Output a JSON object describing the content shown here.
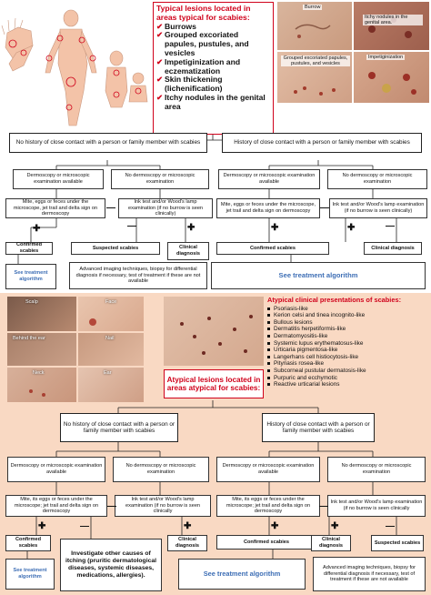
{
  "typical": {
    "title": "Typical lesions located in areas typical for scabies:",
    "items": [
      "Burrows",
      "Grouped excoriated papules, pustules, and vesicles",
      "Impetiginization and eczematization",
      "Skin thickening (lichenification)",
      "Itchy nodules in the genital area"
    ],
    "photo_labels": {
      "burrow": "Burrow",
      "nodules": "Itchy nodules in the genital area.",
      "papules": "Grouped excoriated papules, pustules, and vesicles",
      "impetig": "Impetiginization"
    }
  },
  "flow1": {
    "no_history": "No history of close contact with a person or family member with scabies",
    "history": "History of close contact with a person or family member with scabies",
    "dermo_avail": "Dermoscopy or microscopic examination available",
    "no_dermo": "No dermoscopy or microscopic examination",
    "mite": "Mite, eggs or feces under the microscope, jet trail and delta sign on dermoscopy",
    "ink": "Ink test and/or Wood's lamp examination (if no burrow is seen clinically)",
    "confirmed": "Confirmed scabies",
    "suspected": "Suspected scabies",
    "clinical": "Clinical diagnosis",
    "clinical2": "Clinical diagnosis",
    "advanced": "Advanced imaging techniques, biopsy for differential diagnosis if necessary, test of treatment if these are not available",
    "see1": "See treatment algorithm",
    "see2": "See treatment algorithm"
  },
  "atypical": {
    "photo_labels": {
      "scalp": "Scalp",
      "face": "Face",
      "behind": "Behind the ear",
      "nail": "Nail",
      "neck": "Neck",
      "ear": "Ear"
    },
    "presentations_title": "Atypical clinical presentations of scabies:",
    "presentations": [
      "Psoriasis-like",
      "Kerion celsi and tinea incognito-like",
      "Bullous lesions",
      "Dermatitis herpetiformis-like",
      "Dermatomyositis-like",
      "Systemic lupus erythematosus-like",
      "Urticaria pigmentosa-like",
      "Langerhans cell histiocytosis-like",
      "Pityriasis rosea-like",
      "Subcorneal pustular dermatosis-like",
      "Purpuric and ecchymotic",
      "Reactive urticarial lesions"
    ],
    "lesions_title": "Atypical lesions located in areas atypical for scabies:"
  },
  "flow2": {
    "no_history": "No history of close contact with a person or family member with scabies",
    "history": "History of close contact with a person or family member with scabies",
    "dermo_avail": "Dermoscopy or microscopic examination available",
    "no_dermo": "No dermoscopy or microscopic examination",
    "mite": "Mite, its eggs or feces under the microscope; jet trail and delta sign on dermoscopy",
    "ink": "Ink test and/or Wood's lamp examination (if no burrow is seen clinically",
    "confirmed": "Confirmed scabies",
    "clinical": "Clinical diagnosis",
    "investigate": "Investigate other causes of itching (pruritic dermatological diseases, systemic diseases, medications, allergies).",
    "advanced": "Advanced imaging techniques, biopsy for differential diagnosis if necessary, test of treatment if these are not available",
    "suspected": "Suspected scabies",
    "see1": "See treatment algorithm",
    "see2": "See treatment algorithm"
  },
  "colors": {
    "accent_red": "#d0021b",
    "link_blue": "#3d6eb5",
    "bottom_bg": "#f9d9c3"
  }
}
